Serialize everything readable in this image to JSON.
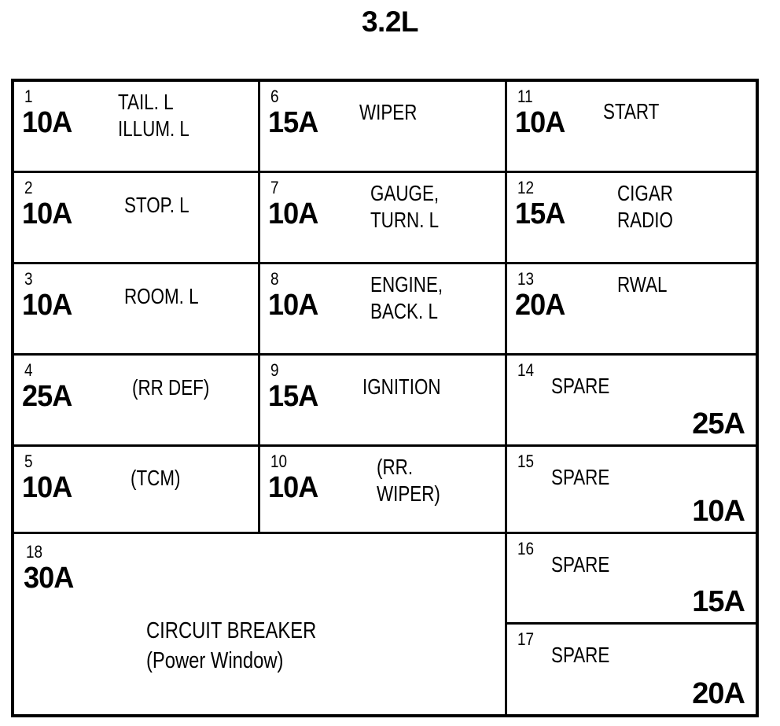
{
  "title": "3.2L",
  "table": {
    "columns": 3,
    "column_1": [
      {
        "number": "1",
        "amperage": "10A",
        "description": "TAIL. L\nILLUM. L"
      },
      {
        "number": "2",
        "amperage": "10A",
        "description": "STOP. L"
      },
      {
        "number": "3",
        "amperage": "10A",
        "description": "ROOM. L"
      },
      {
        "number": "4",
        "amperage": "25A",
        "description": "(RR DEF)"
      },
      {
        "number": "5",
        "amperage": "10A",
        "description": "(TCM)"
      }
    ],
    "column_2": [
      {
        "number": "6",
        "amperage": "15A",
        "description": "WIPER"
      },
      {
        "number": "7",
        "amperage": "10A",
        "description": "GAUGE,\nTURN. L"
      },
      {
        "number": "8",
        "amperage": "10A",
        "description": "ENGINE,\nBACK. L"
      },
      {
        "number": "9",
        "amperage": "15A",
        "description": "IGNITION"
      },
      {
        "number": "10",
        "amperage": "10A",
        "description": "(RR.\nWIPER)"
      }
    ],
    "column_3": [
      {
        "number": "11",
        "amperage": "10A",
        "description": "START"
      },
      {
        "number": "12",
        "amperage": "15A",
        "description": "CIGAR\nRADIO"
      },
      {
        "number": "13",
        "amperage": "20A",
        "description": "RWAL"
      },
      {
        "number": "14",
        "amperage": "25A",
        "description": "SPARE",
        "spare": true
      },
      {
        "number": "15",
        "amperage": "10A",
        "description": "SPARE",
        "spare": true
      },
      {
        "number": "16",
        "amperage": "15A",
        "description": "SPARE",
        "spare": true
      },
      {
        "number": "17",
        "amperage": "20A",
        "description": "SPARE",
        "spare": true
      }
    ],
    "circuit_breaker": {
      "number": "18",
      "amperage": "30A",
      "title": "CIRCUIT BREAKER",
      "subtitle": "(Power Window)"
    }
  },
  "colors": {
    "ink": "#000000",
    "paper": "#ffffff"
  }
}
